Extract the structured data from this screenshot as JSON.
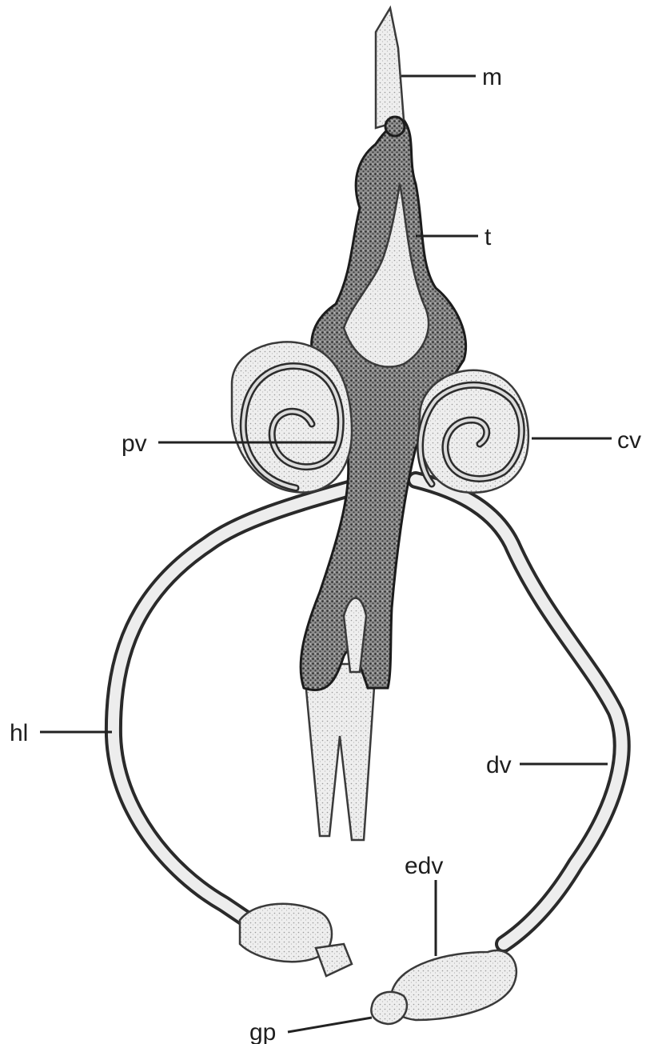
{
  "figure": {
    "labels": {
      "m": "m",
      "t": "t",
      "pv": "pv",
      "cv": "cv",
      "hl": "hl",
      "dv": "dv",
      "edv": "edv",
      "gp": "gp"
    }
  }
}
